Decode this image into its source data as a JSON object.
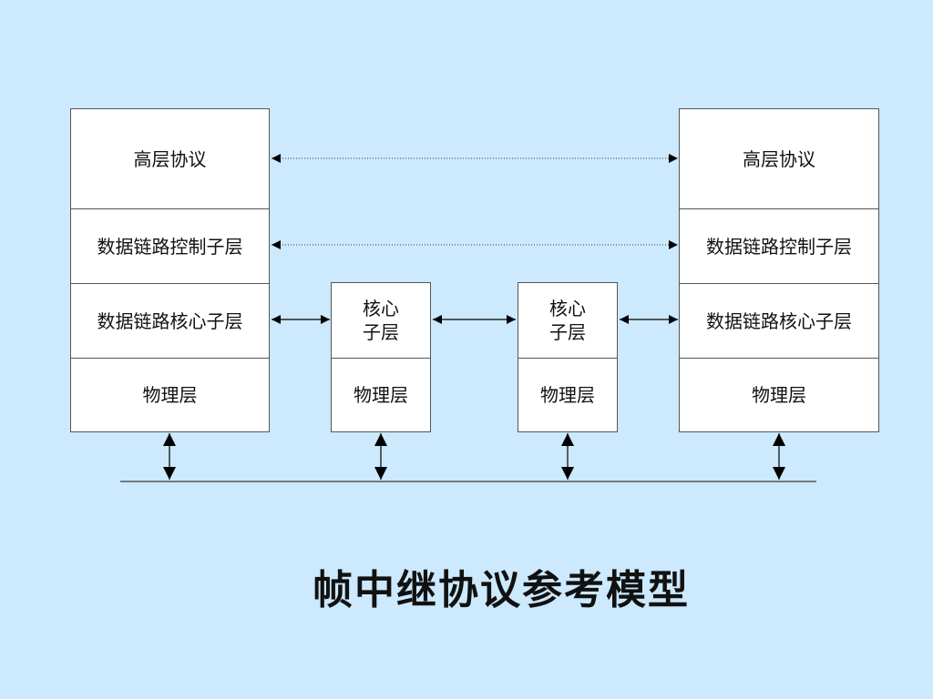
{
  "left_stack": {
    "layers": [
      "高层协议",
      "数据链路控制子层",
      "数据链路核心子层",
      "物理层"
    ]
  },
  "node_1": {
    "layers": [
      "核心\n子层",
      "物理层"
    ]
  },
  "node_2": {
    "layers": [
      "核心\n子层",
      "物理层"
    ]
  },
  "right_stack": {
    "layers": [
      "高层协议",
      "数据链路控制子层",
      "数据链路核心子层",
      "物理层"
    ]
  },
  "caption": "帧中继协议参考模型",
  "colors": {
    "background": "#cce9fd",
    "box_fill": "#ffffff",
    "line": "#000000"
  }
}
